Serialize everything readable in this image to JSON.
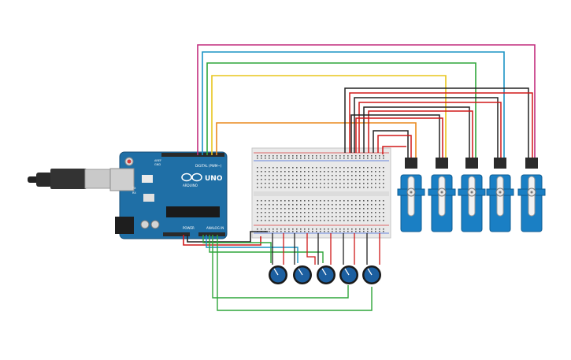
{
  "arduino": {
    "board_name": "UNO",
    "brand": "ARDUINO",
    "digital_header_label": "DIGITAL (PWM~)",
    "power_label": "POWER",
    "analog_label": "ANALOG IN",
    "tx_label": "TX",
    "rx_label": "RX",
    "aref_label": "AREF",
    "gnd_label": "GND",
    "board_color": "#1f6fa6",
    "usb_color": "#bfbfbf"
  },
  "breadboard": {
    "body_color": "#e9e9e9",
    "rail_red": "#d83b3b",
    "rail_blue": "#3b63d8"
  },
  "servos": {
    "count": 5,
    "body_color": "#1a7fc4"
  },
  "potentiometers": {
    "count": 5,
    "knob_color": "#1c5fa0"
  },
  "wire_colors": {
    "ground": "#222222",
    "power": "#d01818",
    "signal_magenta": "#c22c7d",
    "signal_cyan": "#1a93c4",
    "signal_green": "#2fa63a",
    "signal_yellow": "#e8c51c",
    "signal_orange": "#ea8a1e"
  }
}
